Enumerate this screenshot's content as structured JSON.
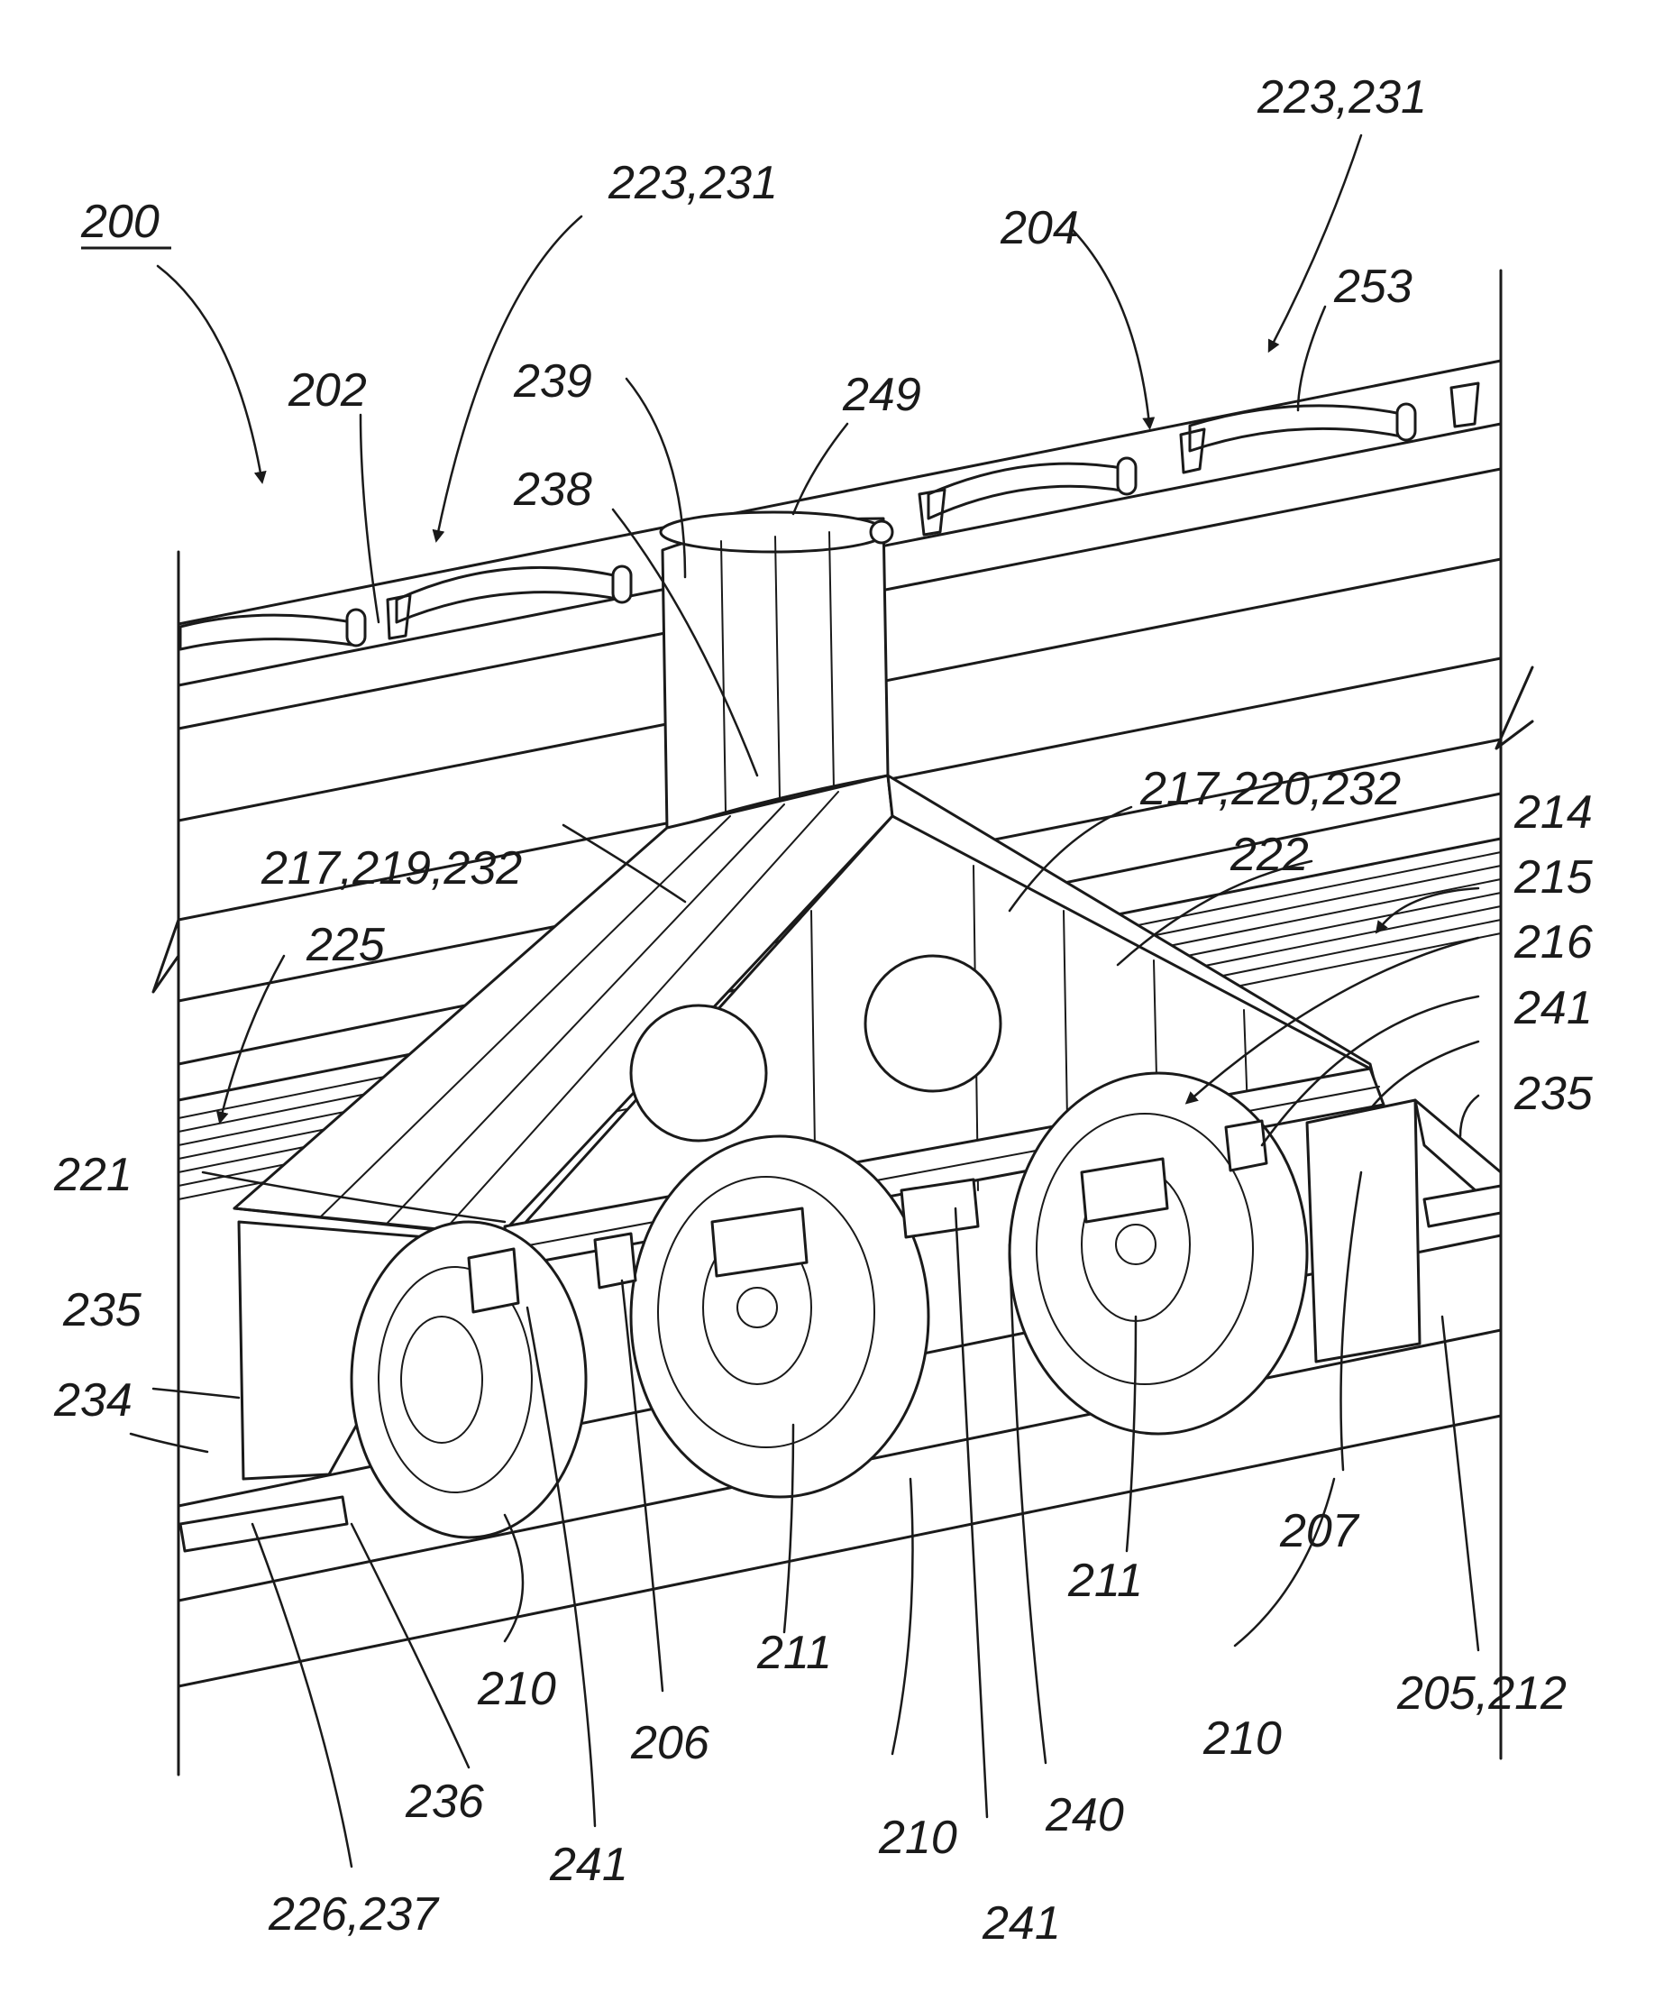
{
  "figure": {
    "ref_main": "200",
    "labels": [
      {
        "id": "l200",
        "text": "200"
      },
      {
        "id": "l223a",
        "text": "223,231"
      },
      {
        "id": "l223b",
        "text": "223,231"
      },
      {
        "id": "l204",
        "text": "204"
      },
      {
        "id": "l253",
        "text": "253"
      },
      {
        "id": "l202",
        "text": "202"
      },
      {
        "id": "l239",
        "text": "239"
      },
      {
        "id": "l249",
        "text": "249"
      },
      {
        "id": "l238",
        "text": "238"
      },
      {
        "id": "l217_220",
        "text": "217,220,232"
      },
      {
        "id": "l217_219",
        "text": "217,219,232"
      },
      {
        "id": "l214",
        "text": "214"
      },
      {
        "id": "l222",
        "text": "222"
      },
      {
        "id": "l215",
        "text": "215"
      },
      {
        "id": "l225",
        "text": "225"
      },
      {
        "id": "l216",
        "text": "216"
      },
      {
        "id": "l241a",
        "text": "241"
      },
      {
        "id": "l235a",
        "text": "235"
      },
      {
        "id": "l221",
        "text": "221"
      },
      {
        "id": "l235b",
        "text": "235"
      },
      {
        "id": "l234",
        "text": "234"
      },
      {
        "id": "l207",
        "text": "207"
      },
      {
        "id": "l211a",
        "text": "211"
      },
      {
        "id": "l211b",
        "text": "211"
      },
      {
        "id": "l210a",
        "text": "210"
      },
      {
        "id": "l210b",
        "text": "210"
      },
      {
        "id": "l210c",
        "text": "210"
      },
      {
        "id": "l205",
        "text": "205,212"
      },
      {
        "id": "l206",
        "text": "206"
      },
      {
        "id": "l236",
        "text": "236"
      },
      {
        "id": "l241b",
        "text": "241"
      },
      {
        "id": "l240",
        "text": "240"
      },
      {
        "id": "l241c",
        "text": "241"
      },
      {
        "id": "l226",
        "text": "226,237"
      }
    ]
  }
}
